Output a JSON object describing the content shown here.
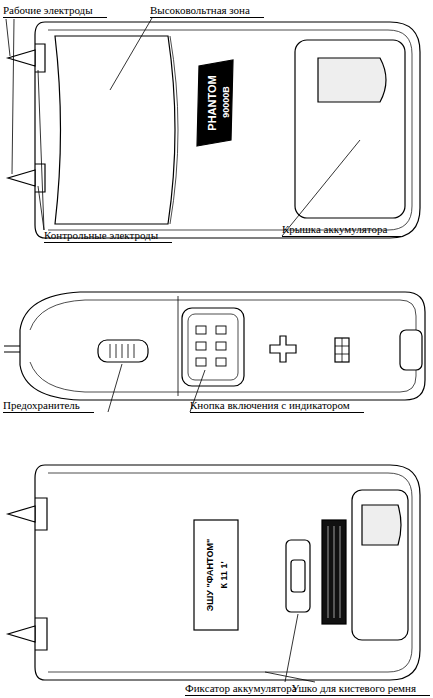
{
  "diagram": {
    "labels": [
      "Рабочие электроды",
      "Высоковольтная зона",
      "PHANTOM",
      "90000В",
      "Контрольные электроды",
      "Крышка аккумулятора",
      "Предохранитель",
      "Кнопка включения с  индикатором",
      "ЭШУ \"ФАНТОМ\"",
      "К 11 1'",
      "Фиксатор аккумулятора",
      "Ушко для кистевого ремня"
    ]
  }
}
